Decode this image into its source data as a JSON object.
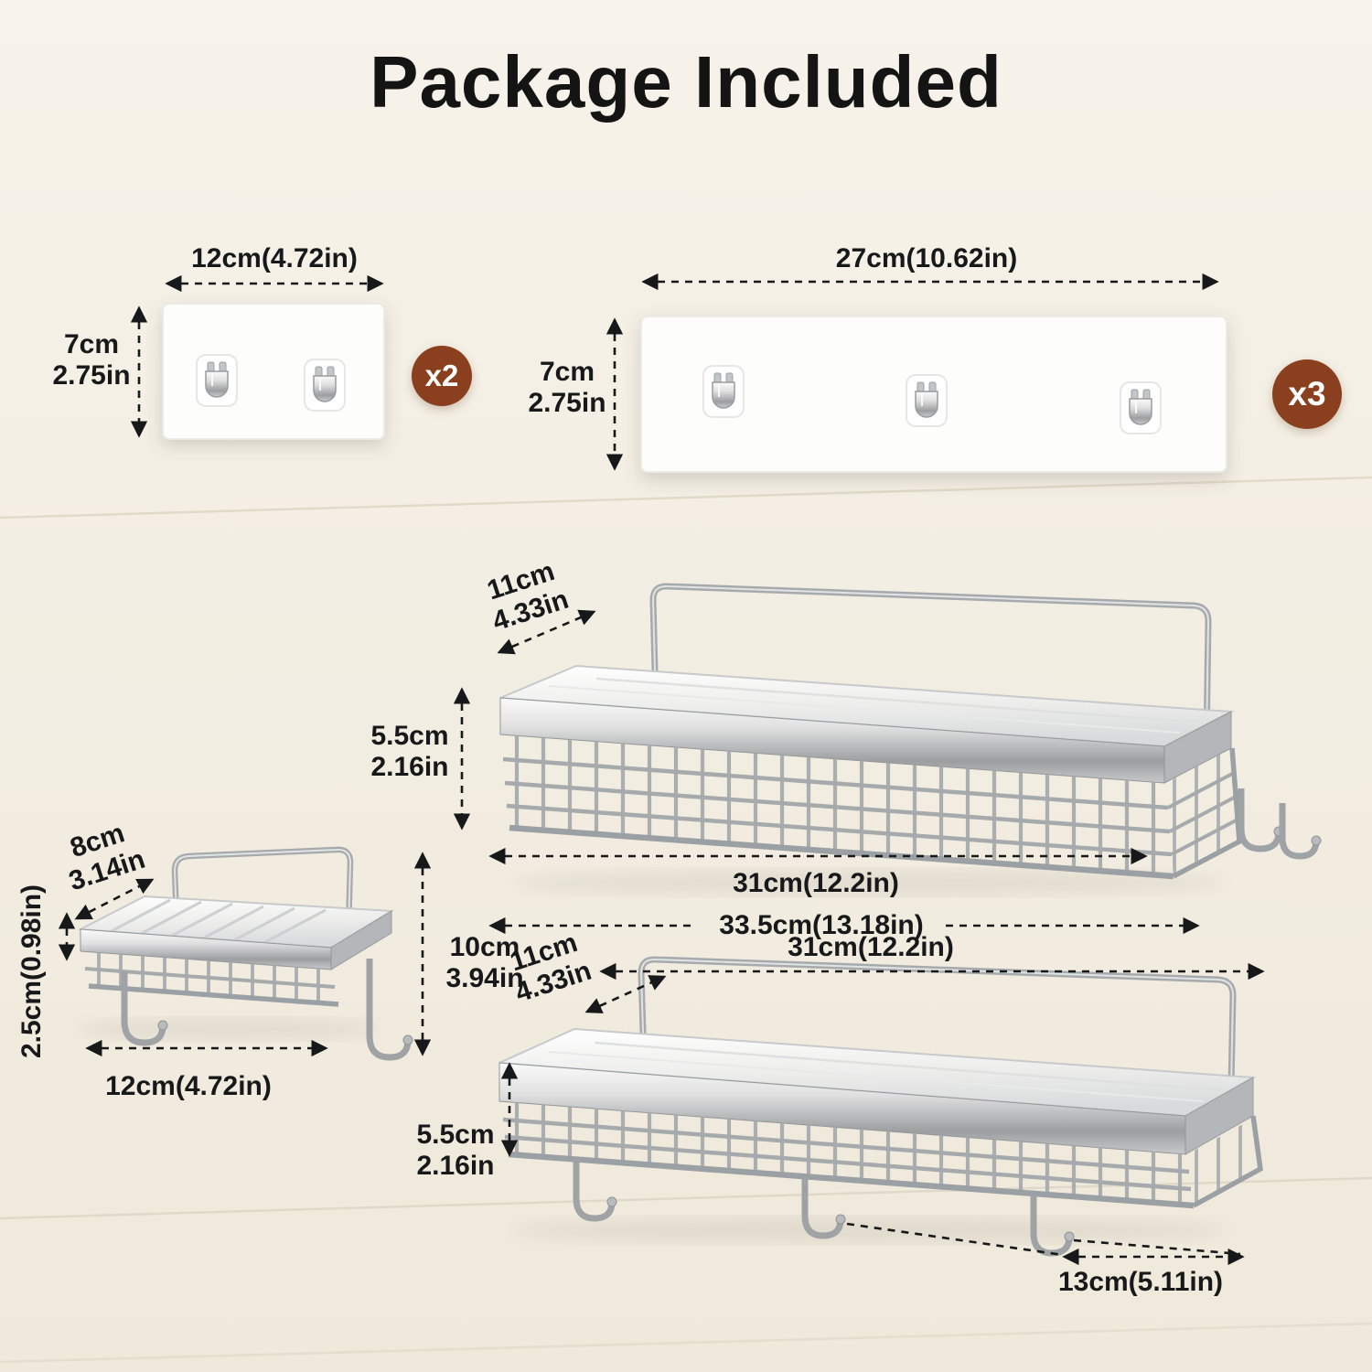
{
  "title": "Package Included",
  "colors": {
    "background": "#f3eee3",
    "text": "#17181a",
    "badge": "#8a3f1e",
    "chrome": "#b9bcbe",
    "plate_white": "#fdfdfb"
  },
  "adhesive_small": {
    "width": "12cm(4.72in)",
    "height_cm": "7cm",
    "height_in": "2.75in",
    "count": "x2"
  },
  "adhesive_large": {
    "width": "27cm(10.62in)",
    "height_cm": "7cm",
    "height_in": "2.75in",
    "count": "x3"
  },
  "shelf_top": {
    "depth_cm": "11cm",
    "depth_in": "4.33in",
    "height_cm": "5.5cm",
    "height_in": "2.16in",
    "width_inner": "31cm(12.2in)",
    "width_outer": "33.5cm(13.18in)"
  },
  "soap_dish": {
    "depth_cm": "8cm",
    "depth_in": "3.14in",
    "lip_height": "2.5cm(0.98in)",
    "height_cm": "10cm",
    "height_in": "3.94in",
    "width": "12cm(4.72in)"
  },
  "shelf_bottom": {
    "depth_cm": "11cm",
    "depth_in": "4.33in",
    "width": "31cm(12.2in)",
    "height_cm": "5.5cm",
    "height_in": "2.16in",
    "hook_spacing": "13cm(5.11in)"
  }
}
